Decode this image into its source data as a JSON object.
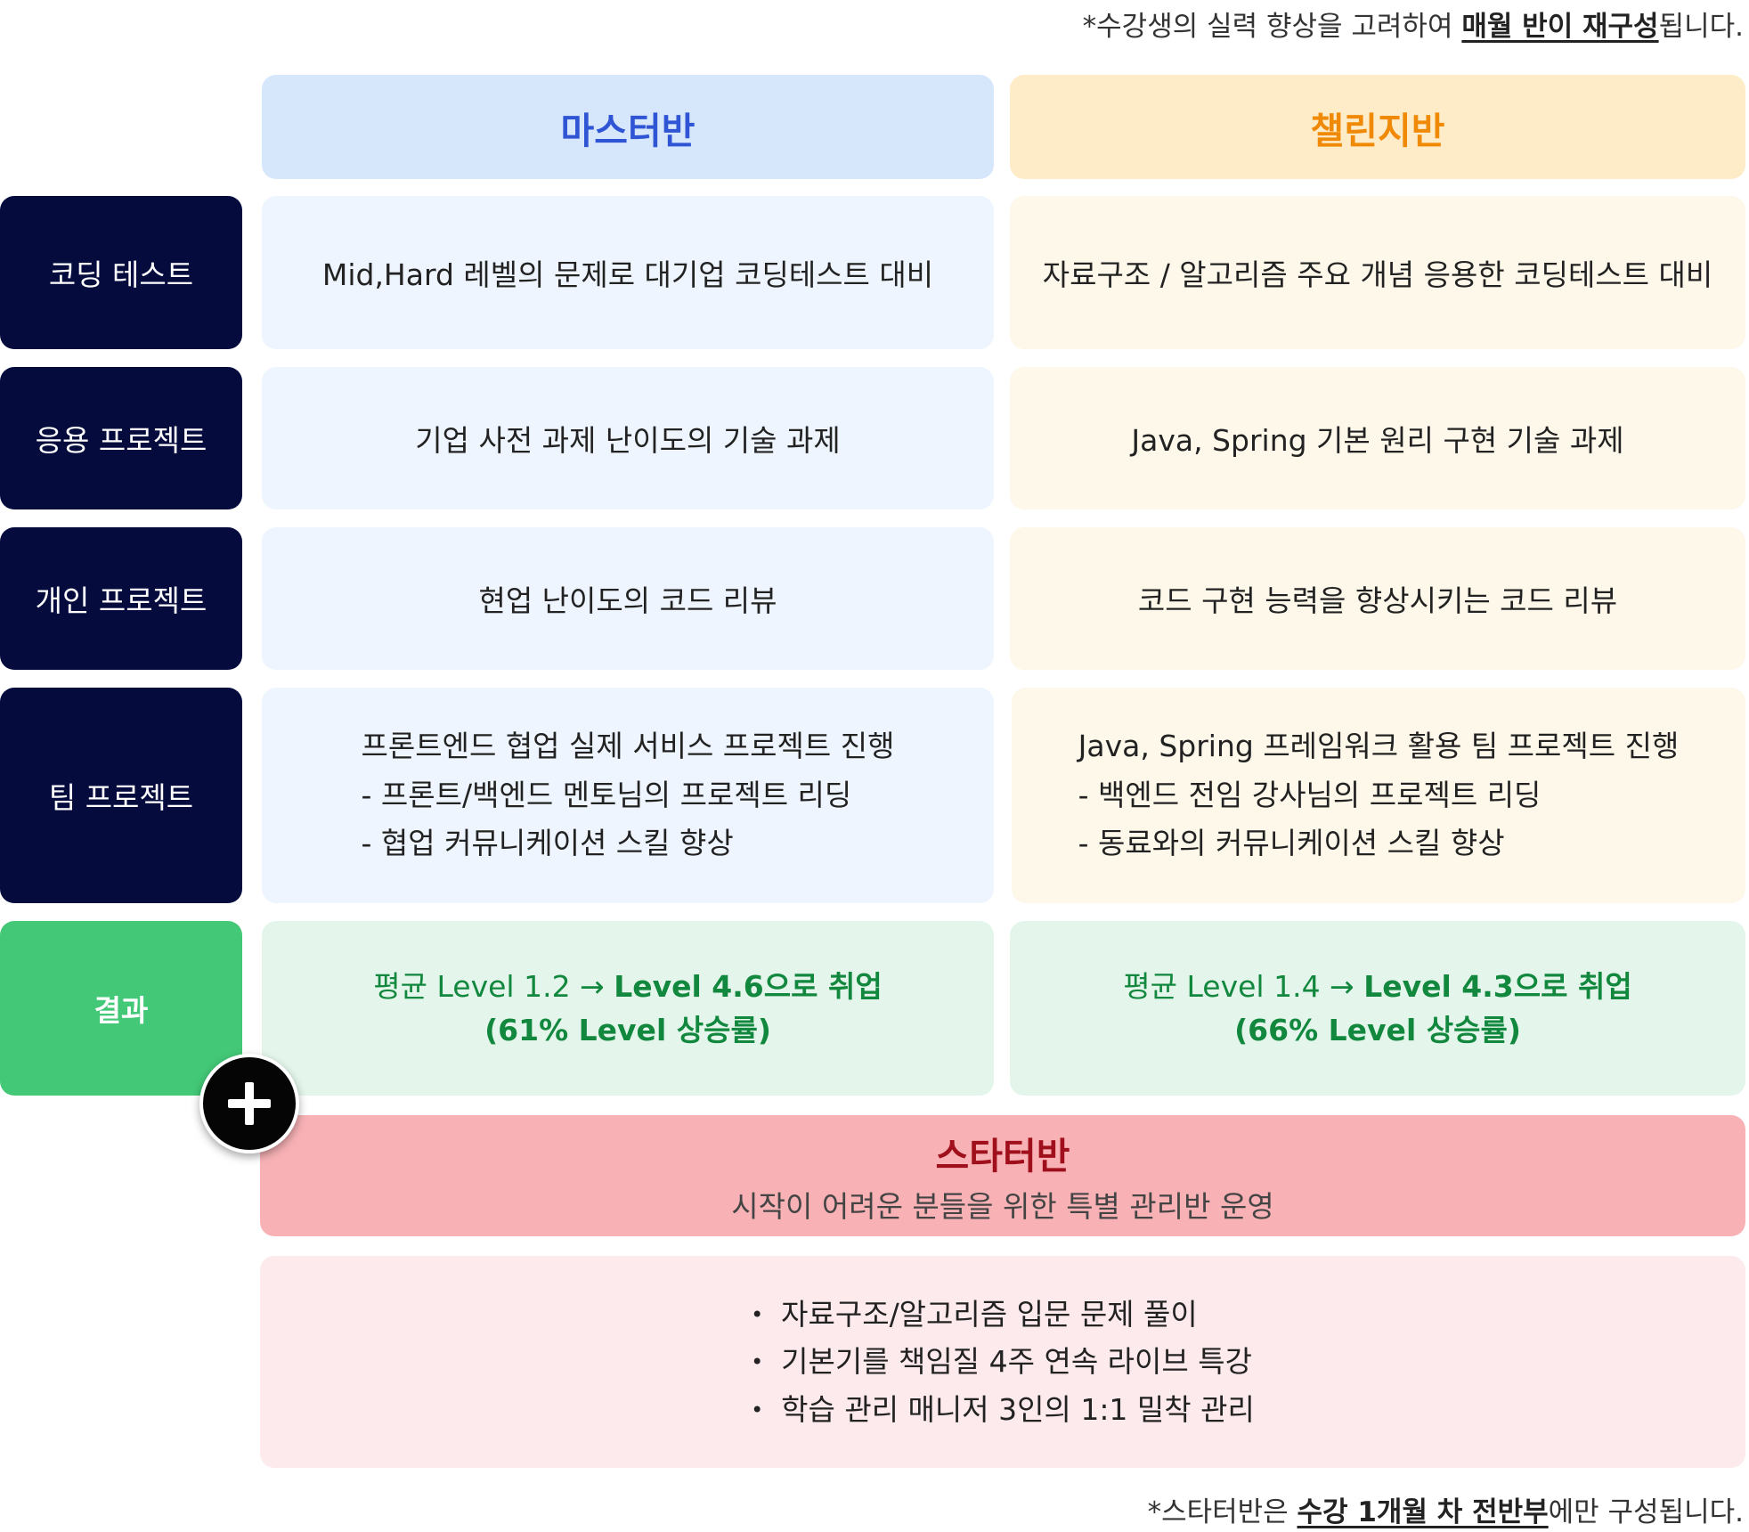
{
  "notes": {
    "top_prefix": "*수강생의 실력 향상을 고려하여 ",
    "top_bold": "매월 반이 재구성",
    "top_suffix": "됩니다.",
    "bottom_prefix": "*스타터반은 ",
    "bottom_bold": "수강 1개월 차 전반부",
    "bottom_suffix": "에만 구성됩니다."
  },
  "columns": {
    "master": "마스터반",
    "challenge": "챌린지반"
  },
  "rows": {
    "coding_test": {
      "label": "코딩 테스트",
      "master": "Mid,Hard 레벨의 문제로 대기업 코딩테스트 대비",
      "challenge": "자료구조 / 알고리즘 주요 개념 응용한 코딩테스트 대비"
    },
    "applied_project": {
      "label": "응용 프로젝트",
      "master": "기업 사전 과제 난이도의 기술 과제",
      "challenge": "Java, Spring 기본 원리 구현 기술 과제"
    },
    "personal_project": {
      "label": "개인 프로젝트",
      "master": "현업 난이도의 코드 리뷰",
      "challenge": "코드 구현 능력을 향상시키는 코드 리뷰"
    },
    "team_project": {
      "label": "팀 프로젝트",
      "master": [
        "프론트엔드 협업 실제 서비스 프로젝트 진행",
        "- 프론트/백엔드 멘토님의 프로젝트 리딩",
        "- 협업 커뮤니케이션 스킬 향상"
      ],
      "challenge": [
        "Java, Spring 프레임워크 활용 팀 프로젝트 진행",
        "- 백엔드 전임 강사님의 프로젝트 리딩",
        "- 동료와의 커뮤니케이션 스킬 향상"
      ]
    },
    "result": {
      "label": "결과",
      "master": {
        "prefix": "평균 Level 1.2 → ",
        "bold": "Level 4.6으로 취업",
        "line2": "(61% Level 상승률)"
      },
      "challenge": {
        "prefix": "평균 Level 1.4 → ",
        "bold": "Level 4.3으로 취업",
        "line2": "(66% Level 상승률)"
      }
    }
  },
  "starter": {
    "title": "스타터반",
    "subtitle": "시작이 어려운 분들을 위한 특별 관리반 운영",
    "bullets": [
      "자료구조/알고리즘 입문 문제 풀이",
      "기본기를 책임질 4주 연속 라이브 특강",
      "학습 관리 매니저 3인의 1:1 밀착 관리"
    ]
  },
  "icons": {
    "plus": "plus-icon"
  },
  "colors": {
    "navy": "#050b3d",
    "green": "#43c877",
    "master_blue": "#2f55d4",
    "challenge_orange": "#f08a06",
    "starter_red": "#a0101c"
  }
}
